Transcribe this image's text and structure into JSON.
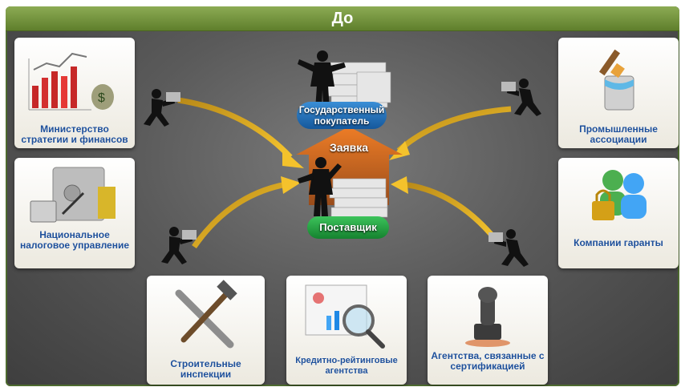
{
  "title": "До",
  "center": {
    "buyer_label": "Государственный покупатель",
    "request_label": "Заявка",
    "supplier_label": "Поставщик"
  },
  "cards": {
    "ministry": "Министерство стратегии и финансов",
    "tax": "Национальное налоговое управление",
    "industrial": "Промышленные ассоциации",
    "guarantors": "Компании гаранты",
    "construction": "Строительные инспекции",
    "credit": "Кредитно-рейтинговые агентства",
    "certification": "Агентства, связанные с сертификацией"
  },
  "colors": {
    "title_bar": "#6f9238",
    "buyer_pill": "#1f6fb8",
    "supplier_pill": "#1f9a3e",
    "request_arrow": "#e46f1e",
    "flow_arrows": "#e8b52a",
    "card_text": "#1d4f9a"
  }
}
